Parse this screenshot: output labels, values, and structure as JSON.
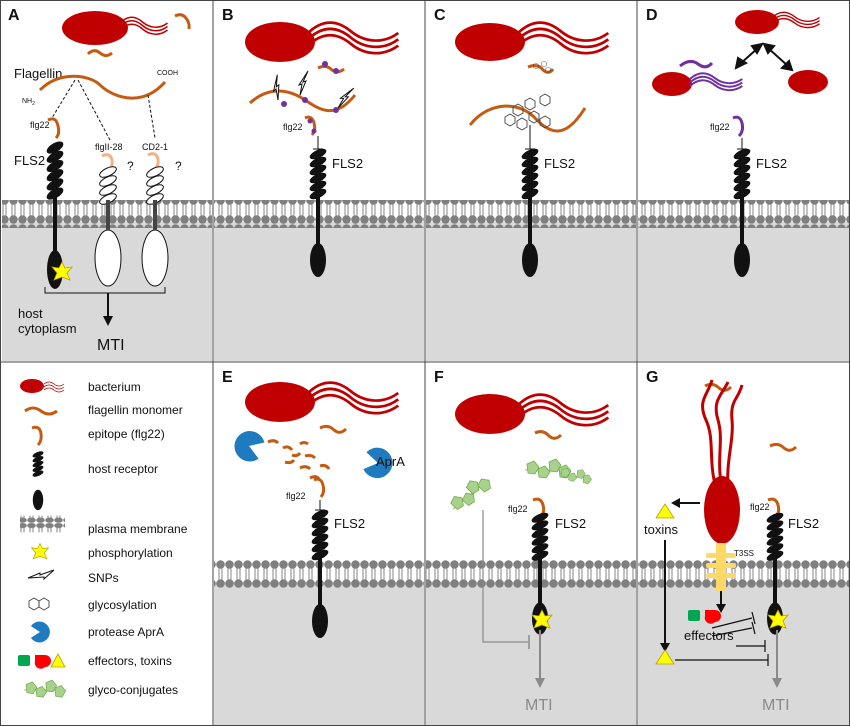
{
  "panels": {
    "A": {
      "letter": "A",
      "flagellin_label": "Flagellin",
      "nh2": "NH",
      "nh2_sub": "2",
      "cooh": "COOH",
      "flg22": "flg22",
      "flgii28": "flgII-28",
      "cd21": "CD2-1",
      "fls2": "FLS2",
      "q1": "?",
      "q2": "?",
      "host": "host",
      "cytoplasm": "cytoplasm",
      "mti": "MTI"
    },
    "B": {
      "letter": "B",
      "flg22": "flg22",
      "fls2": "FLS2"
    },
    "C": {
      "letter": "C",
      "fls2": "FLS2"
    },
    "D": {
      "letter": "D",
      "flg22": "flg22",
      "fls2": "FLS2"
    },
    "E": {
      "letter": "E",
      "flg22": "flg22",
      "fls2": "FLS2",
      "apra": "AprA"
    },
    "F": {
      "letter": "F",
      "flg22": "flg22",
      "fls2": "FLS2",
      "mti": "MTI"
    },
    "G": {
      "letter": "G",
      "flg22": "flg22",
      "fls2": "FLS2",
      "toxins": "toxins",
      "t3ss": "T3SS",
      "effectors": "effectors",
      "mti": "MTI"
    }
  },
  "legend": [
    {
      "icon": "bacterium-icon",
      "label": "bacterium"
    },
    {
      "icon": "flagellin-monomer-icon",
      "label": "flagellin monomer"
    },
    {
      "icon": "epitope-icon",
      "label": "epitope (flg22)"
    },
    {
      "icon": "host-receptor-icon",
      "label": "host receptor"
    },
    {
      "icon": "plasma-membrane-icon",
      "label": "plasma membrane"
    },
    {
      "icon": "phosphorylation-icon",
      "label": "phosphorylation"
    },
    {
      "icon": "snp-icon",
      "label": "SNPs"
    },
    {
      "icon": "glycosylation-icon",
      "label": "glycosylation"
    },
    {
      "icon": "protease-icon",
      "label": "protease AprA"
    },
    {
      "icon": "effectors-icon",
      "label": "effectors, toxins"
    },
    {
      "icon": "glyco-conjugate-icon",
      "label": "glyco-conjugates"
    }
  ],
  "colors": {
    "bacterium": "#c00000",
    "flagellin": "#c55a11",
    "epitope_light": "#f4b183",
    "purple": "#7030a0",
    "protease": "#1f7bc0",
    "glyco": "#a9d18e",
    "effector_green": "#00a650",
    "effector_red": "#ff0000",
    "star": "#ffff00",
    "t3ss": "#ffd966",
    "cytoplasm": "#d9d9d9",
    "membrane": "#808080"
  }
}
